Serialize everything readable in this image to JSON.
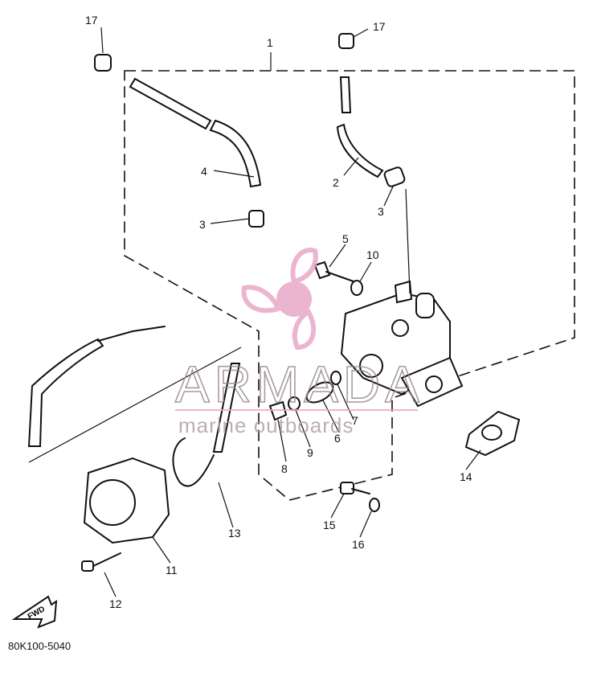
{
  "callouts": {
    "c1": "1",
    "c2": "2",
    "c3a": "3",
    "c3b": "3",
    "c4": "4",
    "c5": "5",
    "c6": "6",
    "c7": "7",
    "c8": "8",
    "c9": "9",
    "c10": "10",
    "c11": "11",
    "c12": "12",
    "c13": "13",
    "c14": "14",
    "c15": "15",
    "c16": "16",
    "c17a": "17",
    "c17b": "17"
  },
  "drawing_code": "80K100-5040",
  "direction_arrow_label": "FWD",
  "watermark": {
    "brand": "ARMADA",
    "tagline": "marine outboards",
    "color": "#e8a9c8"
  }
}
